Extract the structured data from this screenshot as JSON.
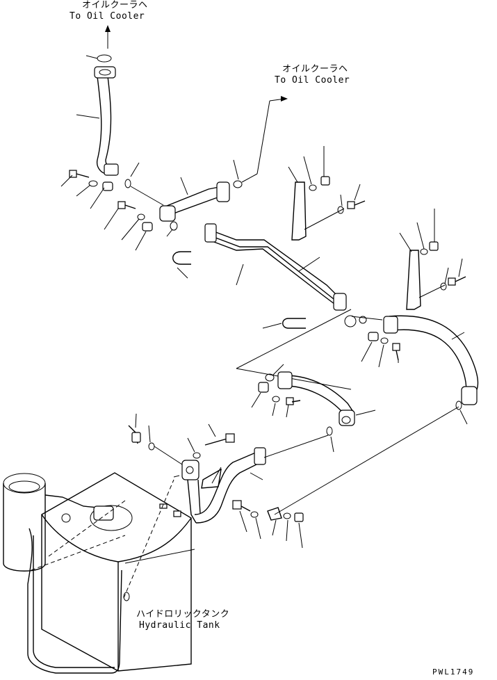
{
  "labels": {
    "oil_cooler_top_jp": "オイルクーラヘ",
    "oil_cooler_top_en": "To Oil Cooler",
    "oil_cooler_right_jp": "オイルクーラヘ",
    "oil_cooler_right_en": "To Oil Cooler",
    "tank_jp": "ハイドロリックタンク",
    "tank_en": "Hydraulic Tank",
    "drawing_code": "PWL1749"
  },
  "colors": {
    "line": "#000000",
    "background": "#ffffff"
  }
}
